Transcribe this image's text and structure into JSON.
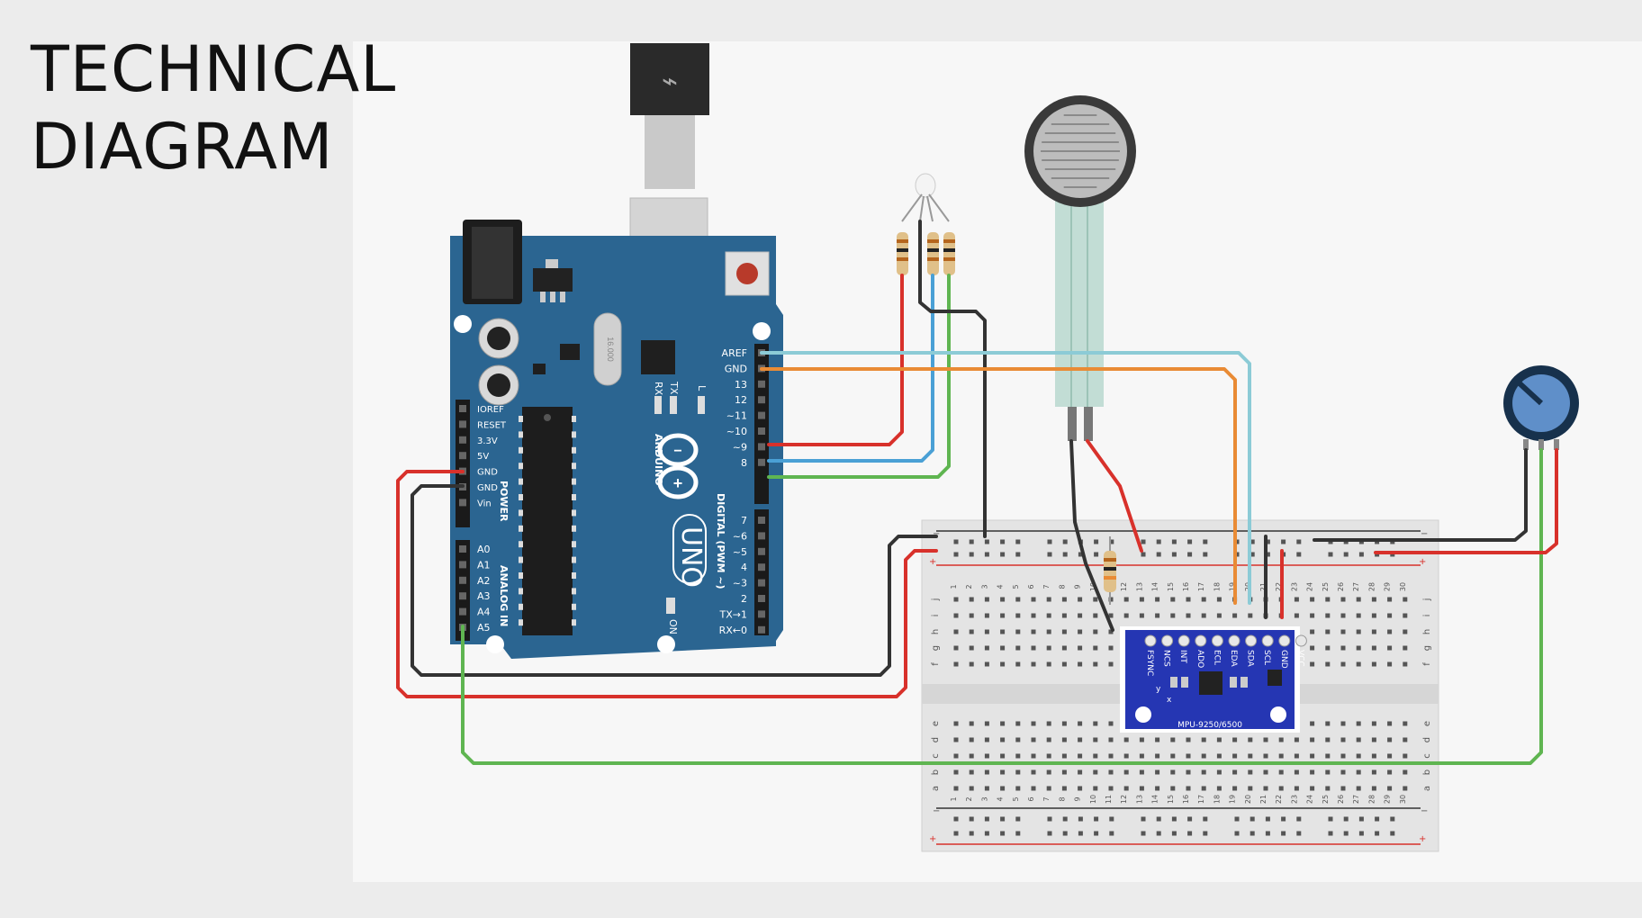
{
  "title": {
    "line1": "TECHNICAL",
    "line2": "DIAGRAM"
  },
  "arduino": {
    "brand": "ARDUINO",
    "model": "UNO",
    "on_label": "ON",
    "crystal": "16.000",
    "rx": "RX",
    "tx": "TX",
    "l": "L",
    "digital_label": "DIGITAL (PWM ~)",
    "power_label": "POWER",
    "analog_label": "ANALOG IN",
    "digital_pins": [
      "AREF",
      "GND",
      "13",
      "12",
      "~11",
      "~10",
      "~9",
      "8",
      "7",
      "~6",
      "~5",
      "4",
      "~3",
      "2",
      "TX→1",
      "RX←0"
    ],
    "power_pins": [
      "IOREF",
      "RESET",
      "3.3V",
      "5V",
      "GND",
      "GND",
      "Vin"
    ],
    "analog_pins": [
      "A0",
      "A1",
      "A2",
      "A3",
      "A4",
      "A5"
    ]
  },
  "breadboard": {
    "rows_top": [
      "j",
      "i",
      "h",
      "g",
      "f"
    ],
    "rows_bottom": [
      "e",
      "d",
      "c",
      "b",
      "a"
    ],
    "columns": [
      "1",
      "2",
      "3",
      "4",
      "5",
      "6",
      "7",
      "8",
      "9",
      "10",
      "11",
      "12",
      "13",
      "14",
      "15",
      "16",
      "17",
      "18",
      "19",
      "20",
      "21",
      "22",
      "23",
      "24",
      "25",
      "26",
      "27",
      "28",
      "29",
      "30"
    ],
    "plus": "+",
    "minus": "−"
  },
  "mpu": {
    "label": "MPU-9250/6500",
    "pins": [
      "FSYNC",
      "NCS",
      "INT",
      "ADO",
      "ECL",
      "EDA",
      "SDA",
      "SCL",
      "GND",
      "VCC"
    ],
    "axis_x": "x",
    "axis_y": "y"
  },
  "colors": {
    "board": "#2b6591",
    "wire_red": "#d8312b",
    "wire_black": "#333333",
    "wire_green": "#5fb551",
    "wire_blue": "#4aa0d5",
    "wire_lightblue": "#8ccbd6",
    "wire_orange": "#e98b35"
  }
}
